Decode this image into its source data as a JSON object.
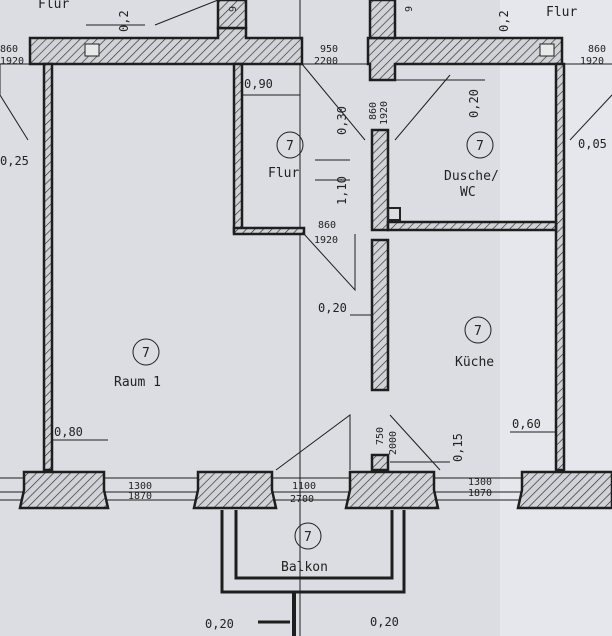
{
  "title": "Grundriss Wohnung",
  "colors": {
    "paper": "#dcdde3",
    "ink": "#1e1e1e"
  },
  "rooms": {
    "flur_top_left": "Flur",
    "flur_top_right": "Flur",
    "flur": {
      "number": "7",
      "name": "Flur"
    },
    "dusche": {
      "number": "7",
      "name_line1": "Dusche/",
      "name_line2": "WC"
    },
    "kueche": {
      "number": "7",
      "name": "Küche"
    },
    "raum1": {
      "number": "7",
      "name": "Raum 1"
    },
    "balkon": {
      "number": "7",
      "name": "Balkon"
    }
  },
  "dimensions": {
    "top_left_wall": "0,2",
    "top_right_wall": "0,2",
    "top_left_stub": "9",
    "top_right_stub": "9",
    "door_left_w": "860",
    "door_left_h": "1920",
    "door_center_w": "950",
    "door_center_h": "2200",
    "door_right_w": "860",
    "door_right_h": "1920",
    "flur_width": "0,90",
    "flur_030": "0,30",
    "flur_110": "1,10",
    "door_flur_w": "860",
    "door_flur_h": "1920",
    "door_dusche_w": "860",
    "door_dusche_h": "1920",
    "dusche_020": "0,20",
    "left_025": "0,25",
    "right_005": "0,05",
    "center_020": "0,20",
    "raum_080": "0,80",
    "door_kueche_w": "750",
    "door_kueche_h": "2000",
    "kueche_015": "0,15",
    "right_060": "0,60",
    "window_left_w": "1300",
    "window_left_h": "1870",
    "window_center_w": "1100",
    "window_center_h": "2700",
    "window_right_w": "1300",
    "window_right_h": "1870",
    "bottom_left_020": "0,20",
    "bottom_right_020": "0,20"
  }
}
